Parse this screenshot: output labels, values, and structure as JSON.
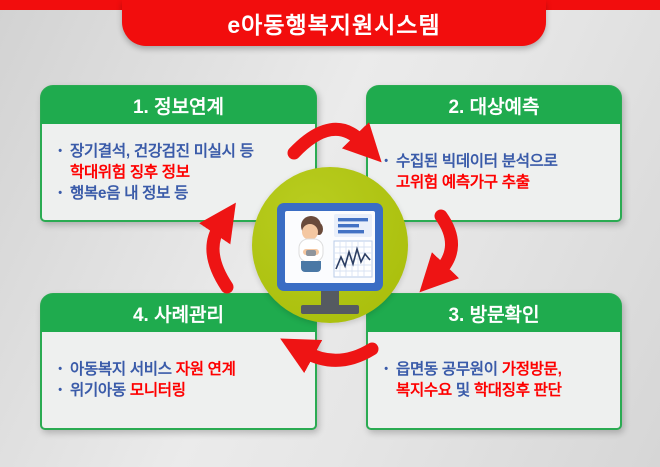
{
  "title": "e아동행복지원시스템",
  "colors": {
    "accent_red": "#f20d0d",
    "header_green": "#1fab4e",
    "panel_border_green": "#2aab52",
    "text_blue": "#3a5ba9",
    "text_red": "#fe0000",
    "circle_green": "#a9be0c",
    "monitor_blue": "#3a6dc4"
  },
  "icons": {
    "center": "computer-monitor-with-child-and-chart",
    "arrows": [
      "cycle-arrow-1-to-2",
      "cycle-arrow-2-to-3",
      "cycle-arrow-3-to-4",
      "cycle-arrow-4-to-1"
    ]
  },
  "panels": {
    "p1": {
      "header": "1. 정보연계",
      "l1": "장기결석, 건강검진 미실시 등",
      "l2": "학대위험 징후 정보",
      "l3": "행복e음 내 정보 등"
    },
    "p2": {
      "header": "2. 대상예측",
      "l1": "수집된 빅데이터 분석으로",
      "l2": "고위험 예측가구 추출"
    },
    "p3": {
      "header": "3. 방문확인",
      "l1a": "읍면동 공무원이 ",
      "l1b": "가정방문,",
      "l2a": "복지수요",
      "l2b": " 및 ",
      "l2c": "학대징후 판단"
    },
    "p4": {
      "header": "4. 사례관리",
      "l1a": "아동복지 서비스 ",
      "l1b": "자원 연계",
      "l2a": "위기아동 ",
      "l2b": "모니터링"
    }
  },
  "bullet_glyph": "•"
}
